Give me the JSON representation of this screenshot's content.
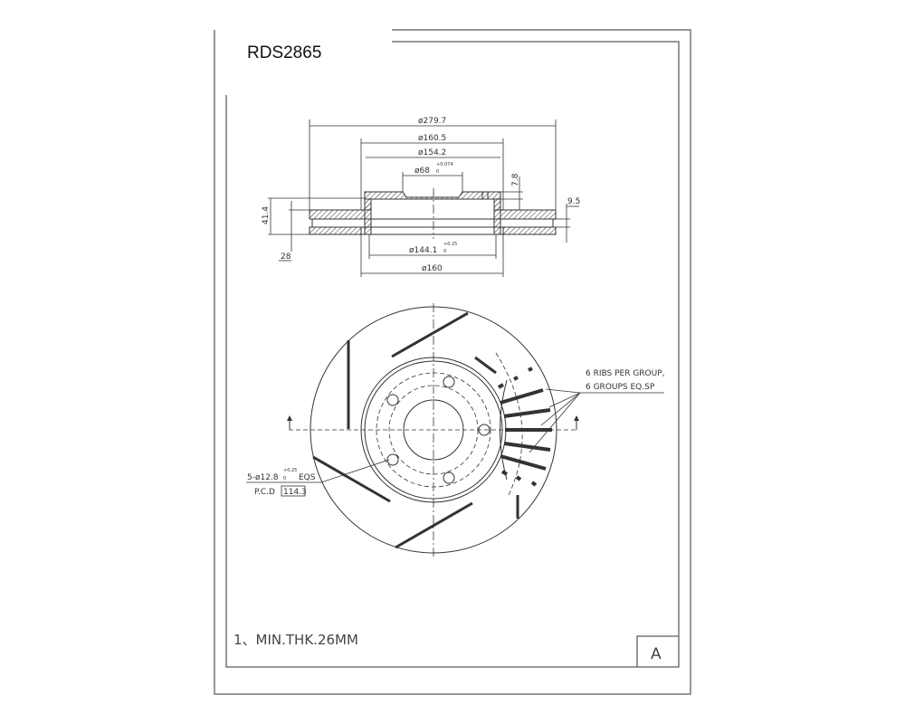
{
  "title": "RDS2865",
  "side_view": {
    "dia_outer": "ø279.7",
    "dia_hat_outer": "ø160.5",
    "dia_hat_inner": "ø154.2",
    "dia_bore": "ø68",
    "dia_bore_tol_upper": "+0.074",
    "dia_bore_tol_lower": "0",
    "hat_thickness": "7.8",
    "plate_thickness": "9.5",
    "overall_height": "41.4",
    "disc_thickness": "28",
    "dia_inner_recess": "ø144.1",
    "dia_inner_recess_tol_upper": "+0.25",
    "dia_inner_recess_tol_lower": "0",
    "dia_hat_base": "ø160"
  },
  "front_view": {
    "rib_note_line1": "6 RIBS PER GROUP,",
    "rib_note_line2": "6 GROUPS EQ.SP",
    "holes_note": "5-ø12.8",
    "holes_tol_upper": "+0.25",
    "holes_tol_lower": "0",
    "holes_suffix": "EQS",
    "pcd_label": "P.C.D",
    "pcd_value": "114.3"
  },
  "notes": {
    "min_thickness": "1、MIN.THK.26MM"
  },
  "revision": "A"
}
